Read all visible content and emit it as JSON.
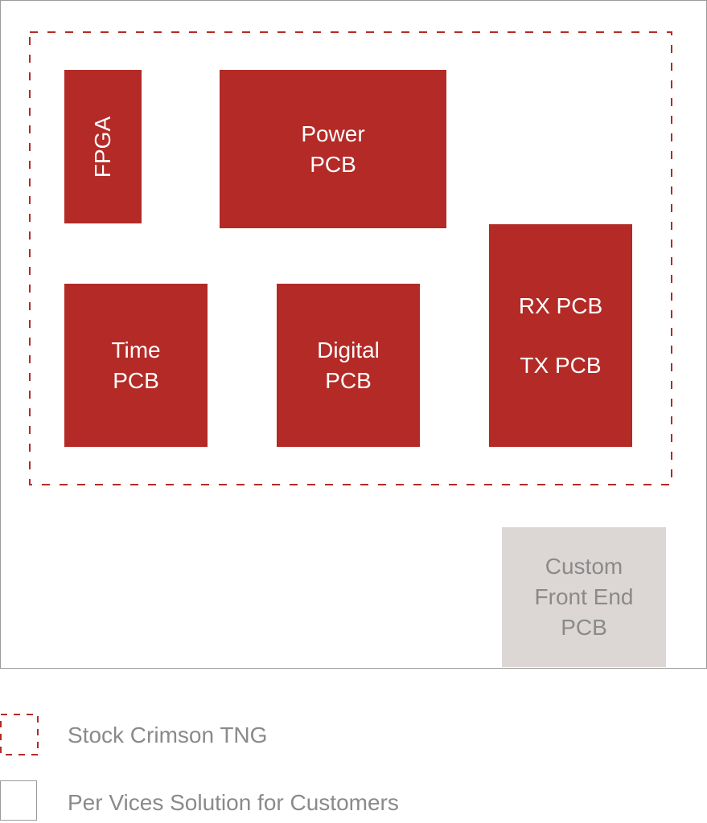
{
  "diagram": {
    "blocks": {
      "fpga": "FPGA",
      "power": [
        "Power",
        "PCB"
      ],
      "time": [
        "Time",
        "PCB"
      ],
      "digital": [
        "Digital",
        "PCB"
      ],
      "rx": "RX PCB",
      "tx": "TX PCB",
      "custom": [
        "Custom",
        "Front End",
        "PCB"
      ]
    },
    "legend": {
      "stock": "Stock Crimson TNG",
      "solution": "Per Vices Solution for Customers"
    },
    "colors": {
      "block_red": "#b32a26",
      "block_grey": "#dcd7d5",
      "dash_red": "#b32a26",
      "outline_grey": "#9a9a9a",
      "text_grey": "#8a8a8a"
    }
  }
}
